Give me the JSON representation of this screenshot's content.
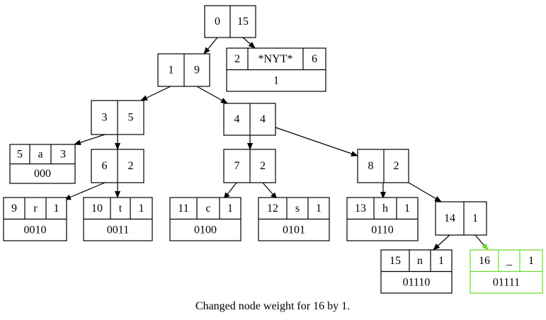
{
  "caption": "Changed node weight for 16 by 1.",
  "colors": {
    "default": "#000000",
    "highlight": "#66dd22"
  },
  "internal_nodes": [
    {
      "id": "n0",
      "order": "0",
      "weight": "15"
    },
    {
      "id": "n1",
      "order": "1",
      "weight": "9"
    },
    {
      "id": "n3",
      "order": "3",
      "weight": "5"
    },
    {
      "id": "n4",
      "order": "4",
      "weight": "4"
    },
    {
      "id": "n6",
      "order": "6",
      "weight": "2"
    },
    {
      "id": "n7",
      "order": "7",
      "weight": "2"
    },
    {
      "id": "n8",
      "order": "8",
      "weight": "2"
    },
    {
      "id": "n14",
      "order": "14",
      "weight": "1"
    }
  ],
  "leaf_nodes": [
    {
      "id": "n2",
      "order": "2",
      "symbol": "*NYT*",
      "weight": "6",
      "code": "1"
    },
    {
      "id": "n5",
      "order": "5",
      "symbol": "a",
      "weight": "3",
      "code": "000"
    },
    {
      "id": "n9",
      "order": "9",
      "symbol": "r",
      "weight": "1",
      "code": "0010"
    },
    {
      "id": "n10",
      "order": "10",
      "symbol": "t",
      "weight": "1",
      "code": "0011"
    },
    {
      "id": "n11",
      "order": "11",
      "symbol": "c",
      "weight": "1",
      "code": "0100"
    },
    {
      "id": "n12",
      "order": "12",
      "symbol": "s",
      "weight": "1",
      "code": "0101"
    },
    {
      "id": "n13",
      "order": "13",
      "symbol": "h",
      "weight": "1",
      "code": "0110"
    },
    {
      "id": "n15",
      "order": "15",
      "symbol": "n",
      "weight": "1",
      "code": "01110"
    },
    {
      "id": "n16",
      "order": "16",
      "symbol": "_",
      "weight": "1",
      "code": "01111",
      "highlighted": true
    }
  ],
  "edges": [
    {
      "from": "n0",
      "to": "n1"
    },
    {
      "from": "n0",
      "to": "n2"
    },
    {
      "from": "n1",
      "to": "n3"
    },
    {
      "from": "n1",
      "to": "n4"
    },
    {
      "from": "n3",
      "to": "n5"
    },
    {
      "from": "n3",
      "to": "n6"
    },
    {
      "from": "n6",
      "to": "n9"
    },
    {
      "from": "n6",
      "to": "n10"
    },
    {
      "from": "n4",
      "to": "n7"
    },
    {
      "from": "n4",
      "to": "n8"
    },
    {
      "from": "n7",
      "to": "n11"
    },
    {
      "from": "n7",
      "to": "n12"
    },
    {
      "from": "n8",
      "to": "n13"
    },
    {
      "from": "n8",
      "to": "n14"
    },
    {
      "from": "n14",
      "to": "n15"
    },
    {
      "from": "n14",
      "to": "n16"
    }
  ]
}
